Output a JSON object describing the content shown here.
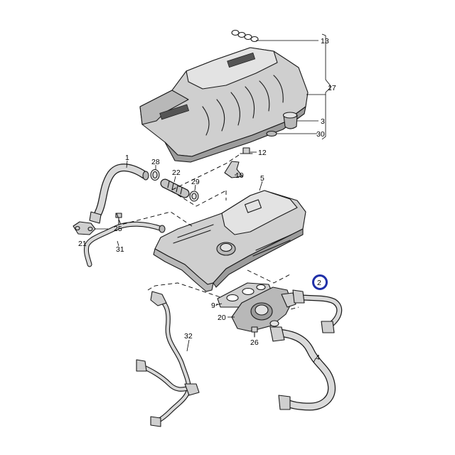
{
  "diagram": {
    "callouts": {
      "c1": "1",
      "c2": "2",
      "c3": "3",
      "c4": "4",
      "c5": "5",
      "c9": "9",
      "c10": "10",
      "c12": "12",
      "c13": "13",
      "c17": "17",
      "c20": "20",
      "c21": "21",
      "c22": "22",
      "c25": "25",
      "c26": "26",
      "c28": "28",
      "c29": "29",
      "c30": "30",
      "c31": "31",
      "c32": "32"
    },
    "highlight_color": "#1f2fa8"
  }
}
